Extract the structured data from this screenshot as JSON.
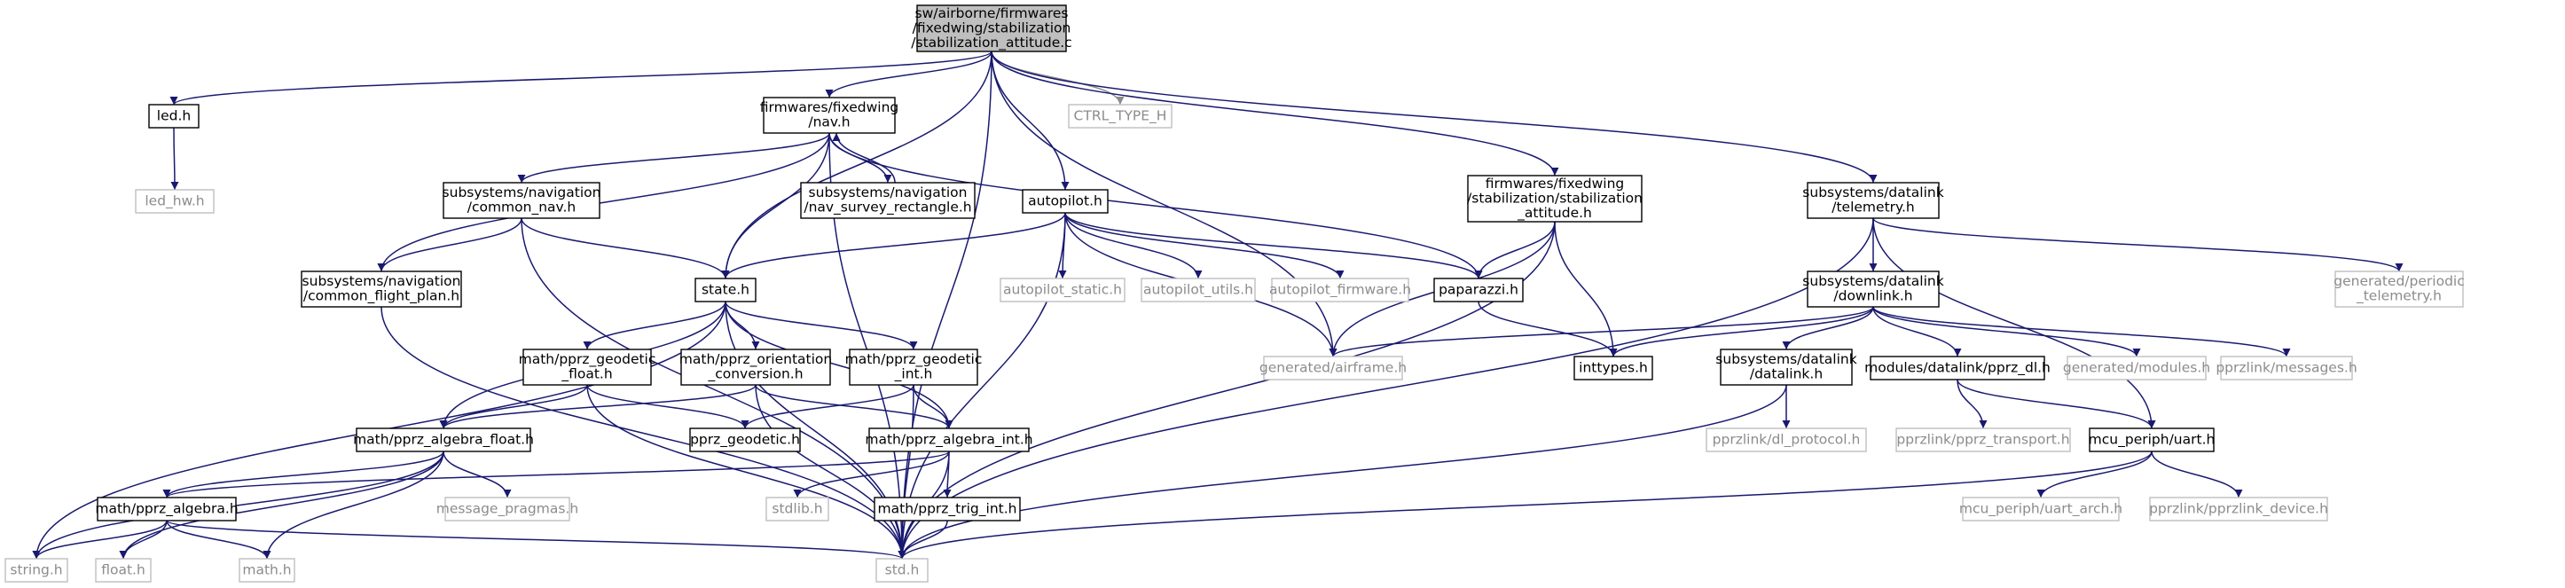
{
  "colors": {
    "edge": "#191970",
    "edge_grey": "#8a8a8a",
    "node_border": "#000000",
    "ghost_border": "#bfbfbf",
    "ghost_text": "#8c8c8c",
    "root_fill": "#bfbfbf"
  },
  "nodes": [
    {
      "id": "root",
      "lines": [
        "sw/airborne/firmwares",
        "/fixedwing/stabilization",
        "/stabilization_attitude.c"
      ],
      "kind": "root"
    },
    {
      "id": "led_h",
      "lines": [
        "led.h"
      ],
      "kind": "solid"
    },
    {
      "id": "led_hw_h",
      "lines": [
        "led_hw.h"
      ],
      "kind": "ghost"
    },
    {
      "id": "nav_h",
      "lines": [
        "firmwares/fixedwing",
        "/nav.h"
      ],
      "kind": "solid"
    },
    {
      "id": "ctrl_type_h",
      "lines": [
        "CTRL_TYPE_H"
      ],
      "kind": "ghost"
    },
    {
      "id": "stab_att_h",
      "lines": [
        "firmwares/fixedwing",
        "/stabilization/stabilization",
        "_attitude.h"
      ],
      "kind": "solid"
    },
    {
      "id": "telemetry_h",
      "lines": [
        "subsystems/datalink",
        "/telemetry.h"
      ],
      "kind": "solid"
    },
    {
      "id": "periodic_telemetry_h",
      "lines": [
        "generated/periodic",
        "_telemetry.h"
      ],
      "kind": "ghost"
    },
    {
      "id": "common_nav_h",
      "lines": [
        "subsystems/navigation",
        "/common_nav.h"
      ],
      "kind": "solid"
    },
    {
      "id": "nav_survey_h",
      "lines": [
        "subsystems/navigation",
        "/nav_survey_rectangle.h"
      ],
      "kind": "solid"
    },
    {
      "id": "autopilot_h",
      "lines": [
        "autopilot.h"
      ],
      "kind": "solid"
    },
    {
      "id": "common_flight_plan_h",
      "lines": [
        "subsystems/navigation",
        "/common_flight_plan.h"
      ],
      "kind": "solid"
    },
    {
      "id": "state_h",
      "lines": [
        "state.h"
      ],
      "kind": "solid"
    },
    {
      "id": "autopilot_static_h",
      "lines": [
        "autopilot_static.h"
      ],
      "kind": "ghost"
    },
    {
      "id": "autopilot_utils_h",
      "lines": [
        "autopilot_utils.h"
      ],
      "kind": "ghost"
    },
    {
      "id": "autopilot_firmware_h",
      "lines": [
        "autopilot_firmware.h"
      ],
      "kind": "ghost"
    },
    {
      "id": "paparazzi_h",
      "lines": [
        "paparazzi.h"
      ],
      "kind": "solid"
    },
    {
      "id": "downlink_h",
      "lines": [
        "subsystems/datalink",
        "/downlink.h"
      ],
      "kind": "solid"
    },
    {
      "id": "geodetic_float_h",
      "lines": [
        "math/pprz_geodetic",
        "_float.h"
      ],
      "kind": "solid"
    },
    {
      "id": "orientation_conv_h",
      "lines": [
        "math/pprz_orientation",
        "_conversion.h"
      ],
      "kind": "solid"
    },
    {
      "id": "geodetic_int_h",
      "lines": [
        "math/pprz_geodetic",
        "_int.h"
      ],
      "kind": "solid"
    },
    {
      "id": "airframe_h",
      "lines": [
        "generated/airframe.h"
      ],
      "kind": "ghost"
    },
    {
      "id": "inttypes_h",
      "lines": [
        "inttypes.h"
      ],
      "kind": "solid"
    },
    {
      "id": "datalink_h",
      "lines": [
        "subsystems/datalink",
        "/datalink.h"
      ],
      "kind": "solid"
    },
    {
      "id": "pprz_dl_h",
      "lines": [
        "modules/datalink/pprz_dl.h"
      ],
      "kind": "solid"
    },
    {
      "id": "modules_h",
      "lines": [
        "generated/modules.h"
      ],
      "kind": "ghost"
    },
    {
      "id": "messages_h",
      "lines": [
        "pprzlink/messages.h"
      ],
      "kind": "ghost"
    },
    {
      "id": "algebra_float_h",
      "lines": [
        "math/pprz_algebra_float.h"
      ],
      "kind": "solid"
    },
    {
      "id": "pprz_geodetic_h",
      "lines": [
        "pprz_geodetic.h"
      ],
      "kind": "solid"
    },
    {
      "id": "algebra_int_h",
      "lines": [
        "math/pprz_algebra_int.h"
      ],
      "kind": "solid"
    },
    {
      "id": "dl_protocol_h",
      "lines": [
        "pprzlink/dl_protocol.h"
      ],
      "kind": "ghost"
    },
    {
      "id": "pprz_transport_h",
      "lines": [
        "pprzlink/pprz_transport.h"
      ],
      "kind": "ghost"
    },
    {
      "id": "uart_h",
      "lines": [
        "mcu_periph/uart.h"
      ],
      "kind": "solid"
    },
    {
      "id": "algebra_h",
      "lines": [
        "math/pprz_algebra.h"
      ],
      "kind": "solid"
    },
    {
      "id": "message_pragmas_h",
      "lines": [
        "message_pragmas.h"
      ],
      "kind": "ghost"
    },
    {
      "id": "stdlib_h",
      "lines": [
        "stdlib.h"
      ],
      "kind": "ghost"
    },
    {
      "id": "trig_int_h",
      "lines": [
        "math/pprz_trig_int.h"
      ],
      "kind": "solid"
    },
    {
      "id": "uart_arch_h",
      "lines": [
        "mcu_periph/uart_arch.h"
      ],
      "kind": "ghost"
    },
    {
      "id": "pprzlink_device_h",
      "lines": [
        "pprzlink/pprzlink_device.h"
      ],
      "kind": "ghost"
    },
    {
      "id": "string_h",
      "lines": [
        "string.h"
      ],
      "kind": "ghost"
    },
    {
      "id": "float_h",
      "lines": [
        "float.h"
      ],
      "kind": "ghost"
    },
    {
      "id": "math_h",
      "lines": [
        "math.h"
      ],
      "kind": "ghost"
    },
    {
      "id": "std_h",
      "lines": [
        "std.h"
      ],
      "kind": "ghost"
    }
  ]
}
